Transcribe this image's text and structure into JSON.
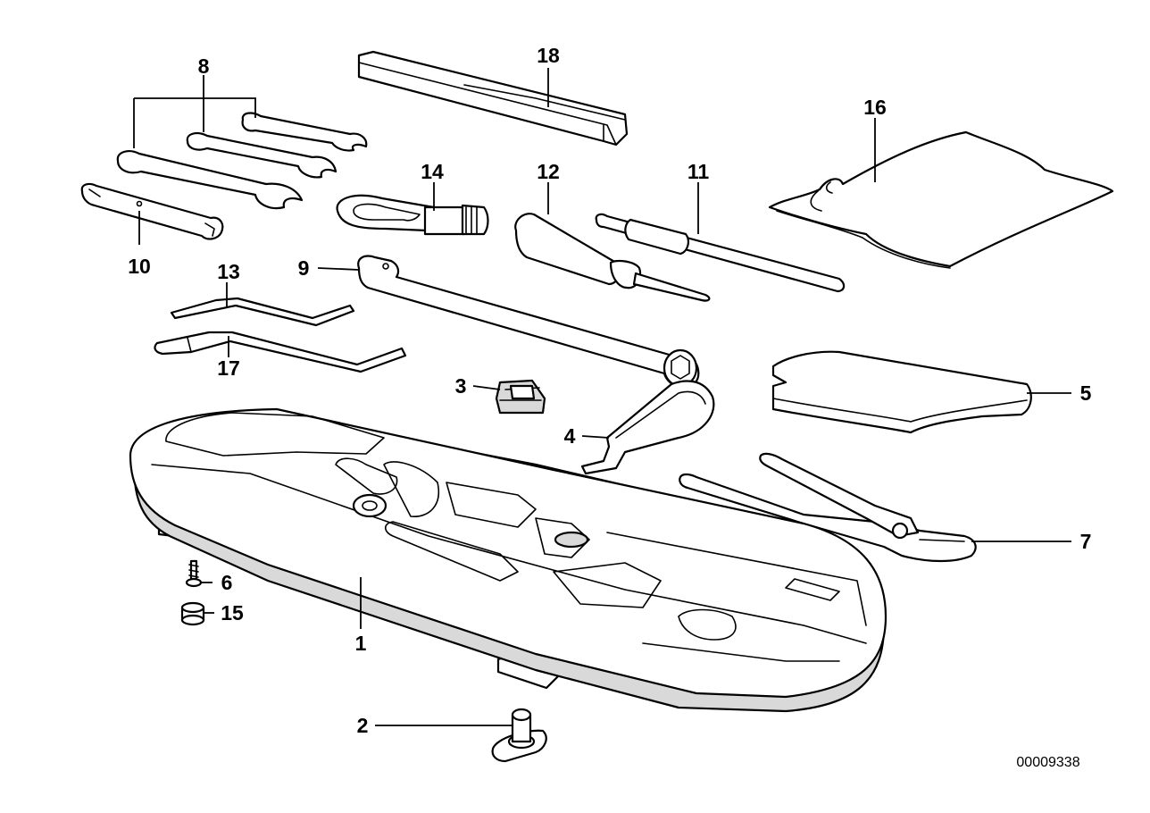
{
  "callouts": [
    {
      "id": "1",
      "label": "1"
    },
    {
      "id": "2",
      "label": "2"
    },
    {
      "id": "3",
      "label": "3"
    },
    {
      "id": "4",
      "label": "4"
    },
    {
      "id": "5",
      "label": "5"
    },
    {
      "id": "6",
      "label": "6"
    },
    {
      "id": "7",
      "label": "7"
    },
    {
      "id": "8",
      "label": "8"
    },
    {
      "id": "9",
      "label": "9"
    },
    {
      "id": "10",
      "label": "10"
    },
    {
      "id": "11",
      "label": "11"
    },
    {
      "id": "12",
      "label": "12"
    },
    {
      "id": "13",
      "label": "13"
    },
    {
      "id": "14",
      "label": "14"
    },
    {
      "id": "15",
      "label": "15"
    },
    {
      "id": "16",
      "label": "16"
    },
    {
      "id": "17",
      "label": "17"
    },
    {
      "id": "18",
      "label": "18"
    }
  ],
  "document_number": "00009338",
  "colors": {
    "line": "#000000",
    "background": "#ffffff",
    "shade": "#d9d9d9"
  }
}
